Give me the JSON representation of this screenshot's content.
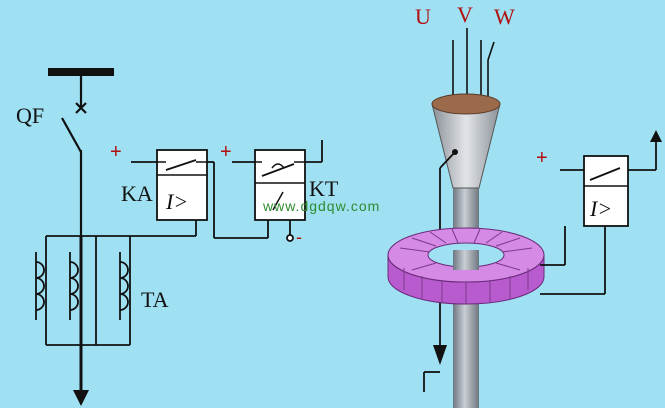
{
  "labels": {
    "breaker": "QF",
    "current_relay": "KA",
    "time_relay": "KT",
    "current_transformer": "TA",
    "phase_u": "U",
    "phase_v": "V",
    "phase_w": "W",
    "plus_1": "+",
    "plus_2": "+",
    "plus_3": "+",
    "minus_1": "-",
    "relay_symbol_left": "I>",
    "relay_symbol_right": "I>"
  },
  "watermark": "www.dgdqw.com",
  "colors": {
    "background": "#9fe1f3",
    "wire": "#111111",
    "label_red": "#b01010",
    "core_purple": "#c56bd9",
    "cone_brown": "#9b6a4b",
    "cable_gray": "#9aa0a8",
    "relay_box": "#ffffff",
    "watermark_green": "#2e8b2e"
  }
}
